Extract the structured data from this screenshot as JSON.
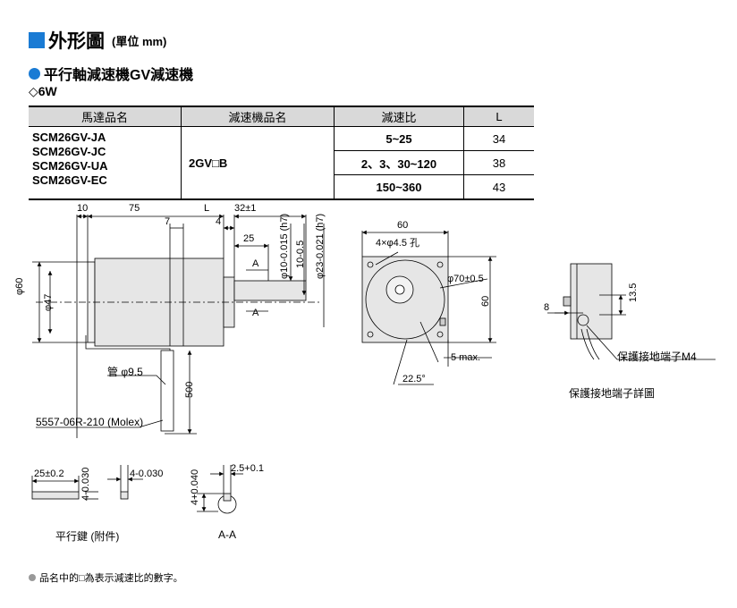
{
  "header": {
    "title": "外形圖",
    "unit": "(單位 mm)"
  },
  "section": {
    "title": "平行軸減速機GV減速機"
  },
  "power": "◇6W",
  "table": {
    "headers": [
      "馬達品名",
      "減速機品名",
      "減速比",
      "L"
    ],
    "models": [
      "SCM26GV-JA",
      "SCM26GV-JC",
      "SCM26GV-UA",
      "SCM26GV-EC"
    ],
    "gearhead": "2GV□B",
    "rows": [
      {
        "ratio": "5~25",
        "L": "34"
      },
      {
        "ratio": "2、3、30~120",
        "L": "38"
      },
      {
        "ratio": "150~360",
        "L": "43"
      }
    ]
  },
  "side_view": {
    "d10": "10",
    "d75": "75",
    "d7": "7",
    "dL": "L",
    "d4": "4",
    "d32": "32±1",
    "d25": "25",
    "phi10": "φ10-0.015 (h7)",
    "t10": "10-0.5",
    "phi23": "φ23-0.021 (h7)",
    "phi60": "φ60",
    "phi47": "φ47",
    "A1": "A",
    "A2": "A",
    "tube": "管 φ9.5",
    "cable": "500",
    "connector": "5557-06R-210 (Molex)"
  },
  "front_view": {
    "w60": "60",
    "holes": "4×φ4.5 孔",
    "pcd": "φ70±0.5",
    "h60": "60",
    "max": "5 max.",
    "angle": "22.5°"
  },
  "ground_view": {
    "d8": "8",
    "d135": "13.5",
    "label": "保護接地端子M4",
    "caption": "保護接地端子詳圖"
  },
  "key_view": {
    "d25": "25±0.2",
    "d4a": "4-0.030",
    "d4b": "4-0.030",
    "caption": "平行鍵 (附件)"
  },
  "aa_view": {
    "d4": "4+0.040",
    "d25": "2.5+0.1",
    "caption": "A-A"
  },
  "note": "品名中的□為表示減速比的數字。"
}
